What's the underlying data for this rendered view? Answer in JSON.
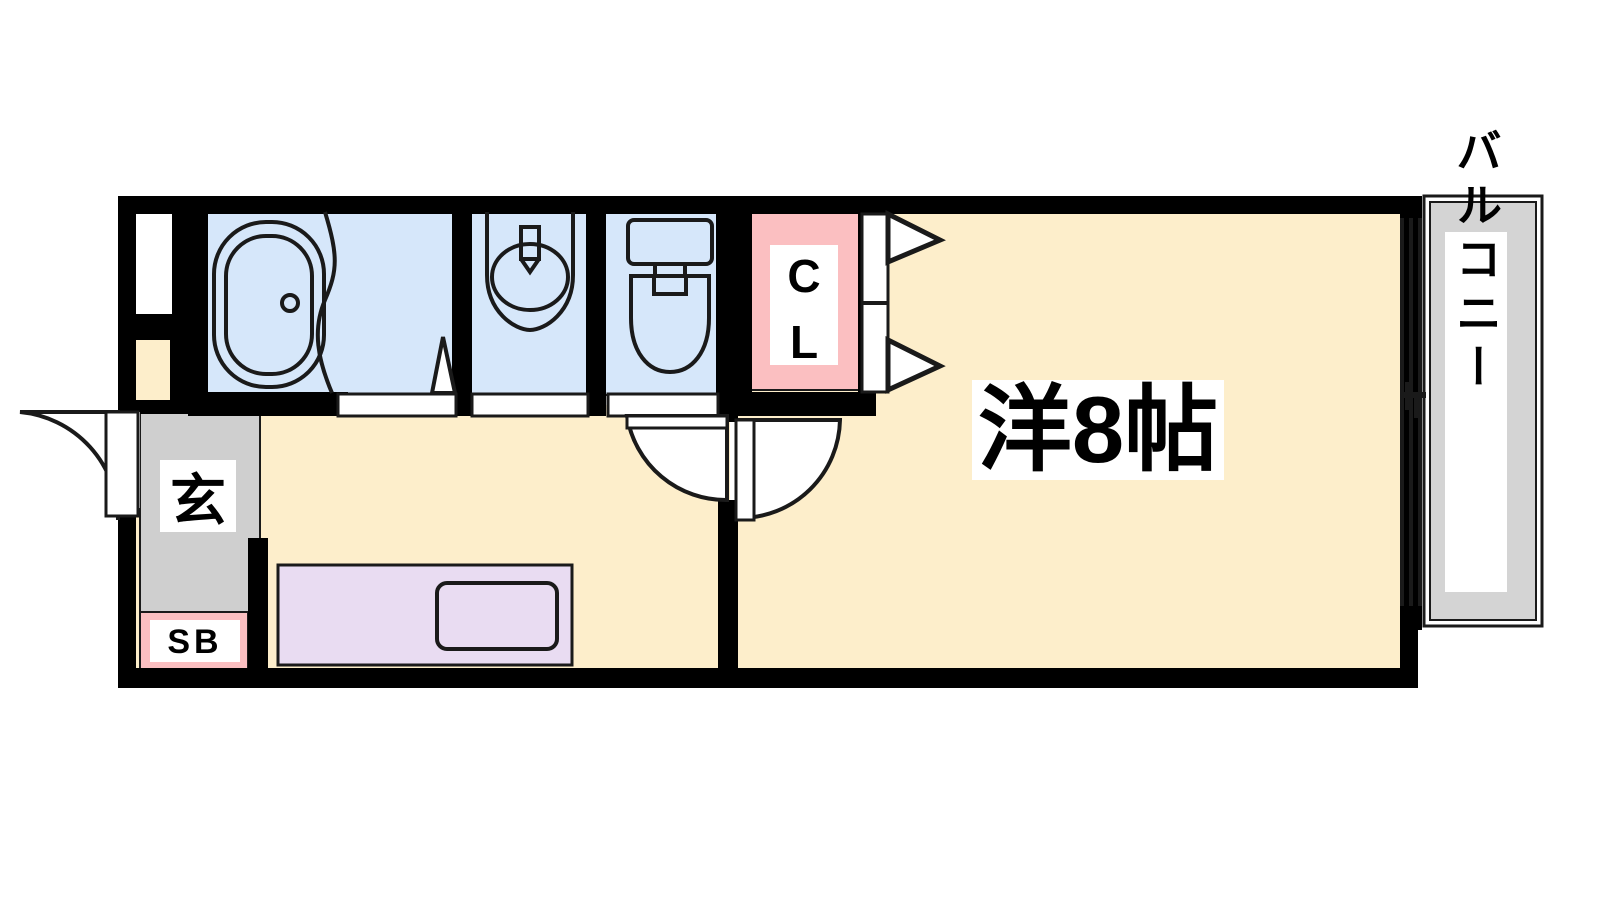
{
  "document": {
    "type": "apartment-floor-plan",
    "orientation": "landscape",
    "background_color": "#ffffff"
  },
  "palette": {
    "wall": "#000000",
    "room_floor": "#fdeecb",
    "water_room": "#d6e7fa",
    "closet_fill": "#fbbfc1",
    "entrance_fill": "#cfcfcf",
    "kitchen_fill": "#e9dcf2",
    "balcony_fill": "#d4d4d4",
    "white": "#ffffff",
    "line": "#1a1a1a"
  },
  "labels": {
    "main_room": "洋8帖",
    "closet": "CL",
    "entrance": "玄",
    "shoe_box": "SB",
    "balcony": "バルコニー"
  },
  "rooms": [
    {
      "key": "main_room",
      "name": "洋室",
      "label": "洋8帖",
      "size_jo": 8,
      "fill": "#fdeecb"
    },
    {
      "key": "closet",
      "name": "クローゼット",
      "label": "CL",
      "fill": "#fbbfc1"
    },
    {
      "key": "bath",
      "name": "浴室",
      "label": "",
      "fill": "#d6e7fa"
    },
    {
      "key": "washroom",
      "name": "洗面室",
      "label": "",
      "fill": "#d6e7fa"
    },
    {
      "key": "toilet",
      "name": "トイレ",
      "label": "",
      "fill": "#d6e7fa"
    },
    {
      "key": "entrance",
      "name": "玄関",
      "label": "玄",
      "fill": "#cfcfcf"
    },
    {
      "key": "shoe_box",
      "name": "シューズボックス",
      "label": "SB",
      "fill": "#fbbfc1"
    },
    {
      "key": "kitchen",
      "name": "キッチン",
      "label": "",
      "fill": "#e9dcf2"
    },
    {
      "key": "balcony",
      "name": "バルコニー",
      "label": "バルコニー",
      "fill": "#d4d4d4"
    },
    {
      "key": "hallway",
      "name": "廊下",
      "label": "",
      "fill": "#fdeecb"
    }
  ],
  "fixtures": [
    {
      "key": "bathtub",
      "name": "浴槽"
    },
    {
      "key": "washbasin",
      "name": "洗面台"
    },
    {
      "key": "toilet-fixture",
      "name": "便器"
    },
    {
      "key": "kitchen-sink",
      "name": "シンク"
    },
    {
      "key": "entrance-door",
      "name": "玄関ドア"
    },
    {
      "key": "balcony-sliding-door",
      "name": "掃き出し窓"
    },
    {
      "key": "closet-folding-door",
      "name": "折れ戸"
    },
    {
      "key": "room-door",
      "name": "室内ドア"
    },
    {
      "key": "window",
      "name": "窓"
    }
  ]
}
